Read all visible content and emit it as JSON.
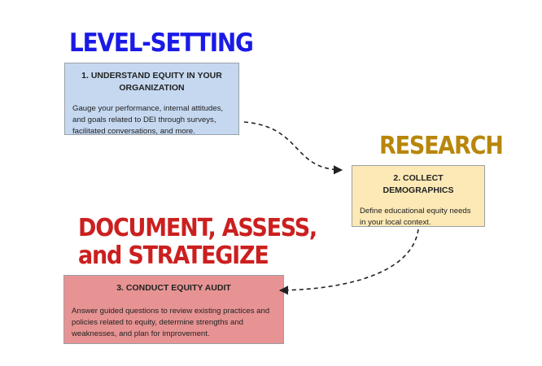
{
  "colors": {
    "stage1_heading": "#1a1ae6",
    "stage2_heading": "#b8860b",
    "stage3_heading": "#cc1f1f",
    "stage1_box": "#c5d8f0",
    "stage2_box": "#fde9b5",
    "stage3_box": "#e79393",
    "arrow": "#222222"
  },
  "stages": [
    {
      "heading": "LEVEL-SETTING",
      "box_title_line1": "1. UNDERSTAND EQUITY IN YOUR",
      "box_title_line2": "ORGANIZATION",
      "description": "Gauge your performance, internal attitudes, and goals related to DEI through surveys, facilitated conversations, and more."
    },
    {
      "heading": "RESEARCH",
      "box_title_line1": "2. COLLECT",
      "box_title_line2": "DEMOGRAPHICS",
      "description": "Define educational equity needs in your local context."
    },
    {
      "heading_line1": "DOCUMENT, ASSESS,",
      "heading_line2": "and STRATEGIZE",
      "box_title_line1": "3. CONDUCT EQUITY AUDIT",
      "description": "Answer guided questions to review existing practices and policies related to equity, determine strengths and weaknesses, and plan for improvement."
    }
  ]
}
